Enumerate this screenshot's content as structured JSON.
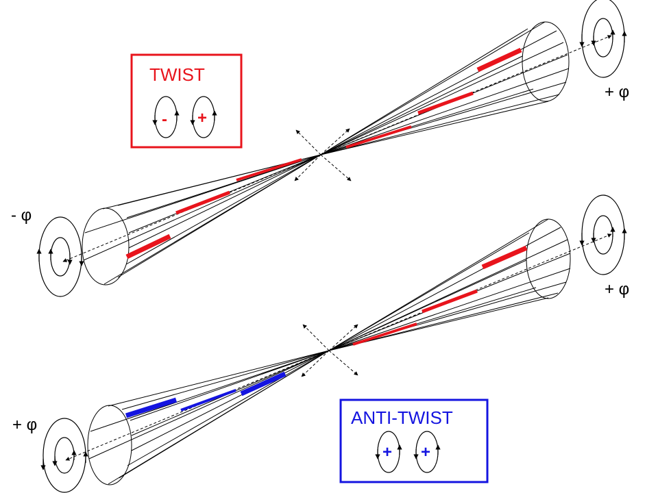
{
  "colors": {
    "twist": "#e8141c",
    "antitwist": "#1414e0",
    "line": "#000000"
  },
  "twist_box": {
    "title": "TWIST",
    "sign_left": "-",
    "sign_right": "+"
  },
  "antitwist_box": {
    "title": "ANTI-TWIST",
    "sign_left": "+",
    "sign_right": "+"
  },
  "top_jet": {
    "right_label": "+ φ",
    "left_label": "- φ"
  },
  "bottom_jet": {
    "right_label": "+ φ",
    "left_label": "+ φ"
  }
}
